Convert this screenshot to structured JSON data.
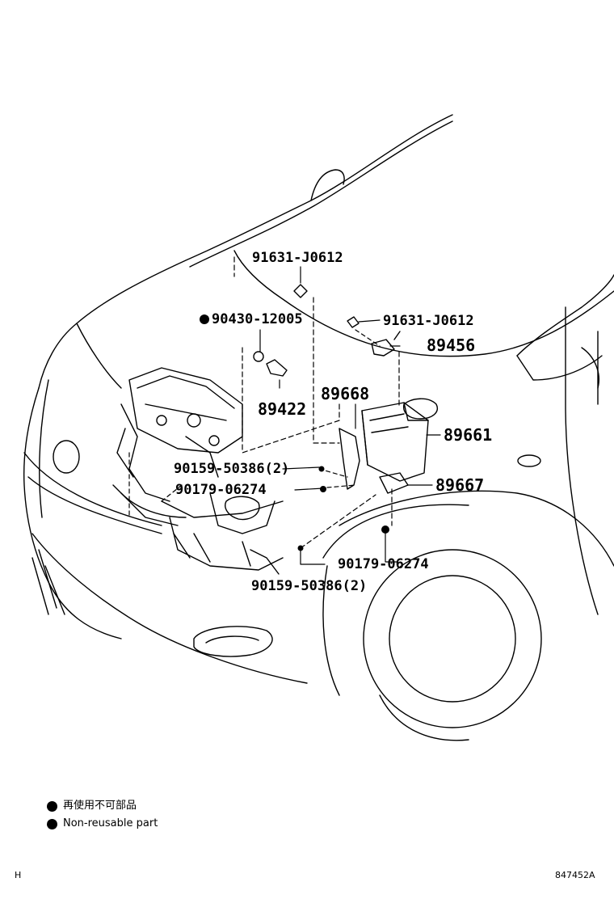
{
  "parts": {
    "p91631_top": "91631-J0612",
    "p90430": "90430-12005",
    "p91631_mid": "91631-J0612",
    "p89456": "89456",
    "p89422": "89422",
    "p89668": "89668",
    "p89661": "89661",
    "p90159_a": "90159-50386(2)",
    "p90179_a": "90179-06274",
    "p89667": "89667",
    "p90179_b": "90179-06274",
    "p90159_b": "90159-50386(2)"
  },
  "legend": {
    "jp": "再使用不可部品",
    "en": "Non-reusable part"
  },
  "footer": {
    "left": "H",
    "right": "847452A"
  }
}
